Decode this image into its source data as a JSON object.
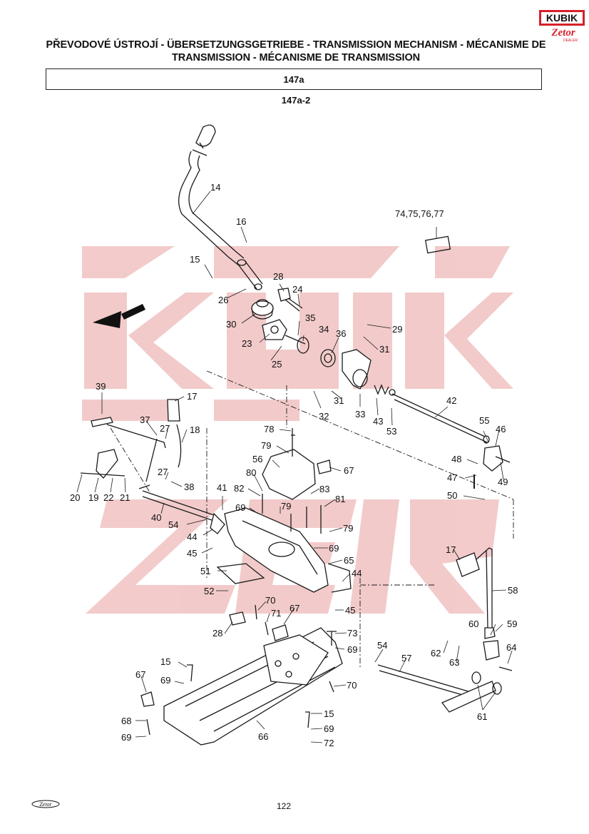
{
  "header": {
    "title_line1": "PŘEVODOVÉ ÚSTROJÍ - ÜBERSETZUNGSGETRIEBE - TRANSMISSION MECHANISM - MÉCANISME DE",
    "title_line2": "TRANSMISSION - MÉCANISME DE TRANSMISSION",
    "ref": "147a",
    "subref": "147a-2",
    "logo_top": "KUBIK",
    "logo_bottom": "Zetor",
    "logo_small": "DEALER"
  },
  "footer": {
    "page_number": "122",
    "footer_logo": "Zetor"
  },
  "colors": {
    "logo_red": "#d6202a",
    "watermark": "#e9a0a0",
    "line": "#1a1a1a"
  },
  "parts": {
    "p14": "14",
    "p16": "16",
    "p15a": "15",
    "p26": "26",
    "p28a": "28",
    "p24": "24",
    "p30": "30",
    "p23": "23",
    "p34": "34",
    "p25": "25",
    "p36": "36",
    "p35": "35",
    "p29": "29",
    "p31a": "31",
    "p31b": "31",
    "p32": "32",
    "p33": "33",
    "p43": "43",
    "p53": "53",
    "p42": "42",
    "p74": "74,75,76,77",
    "p39": "39",
    "p17a": "17",
    "p37": "37",
    "p27a": "27",
    "p18": "18",
    "p27b": "27",
    "p38": "38",
    "p20": "20",
    "p19": "19",
    "p22": "22",
    "p21": "21",
    "p40": "40",
    "p54a": "54",
    "p44a": "44",
    "p45a": "45",
    "p41": "41",
    "p78": "78",
    "p79a": "79",
    "p56": "56",
    "p67a": "67",
    "p80": "80",
    "p82": "82",
    "p69a": "69",
    "p79b": "79",
    "p83": "83",
    "p81": "81",
    "p79c": "79",
    "p69b": "69",
    "p65": "65",
    "p51": "51",
    "p52": "52",
    "p44b": "44",
    "p45b": "45",
    "p55": "55",
    "p46": "46",
    "p48": "48",
    "p47": "47",
    "p49": "49",
    "p50": "50",
    "p17b": "17",
    "p58": "58",
    "p70a": "70",
    "p71": "71",
    "p67b": "67",
    "p28b": "28",
    "p73": "73",
    "p69c": "69",
    "p59": "59",
    "p60": "60",
    "p62": "62",
    "p63": "63",
    "p64": "64",
    "p54b": "54",
    "p57": "57",
    "p61": "61",
    "p15b": "15",
    "p69d": "69",
    "p67c": "67",
    "p70b": "70",
    "p15c": "15",
    "p69e": "69",
    "p68": "68",
    "p69f": "69",
    "p66": "66",
    "p72": "72"
  }
}
